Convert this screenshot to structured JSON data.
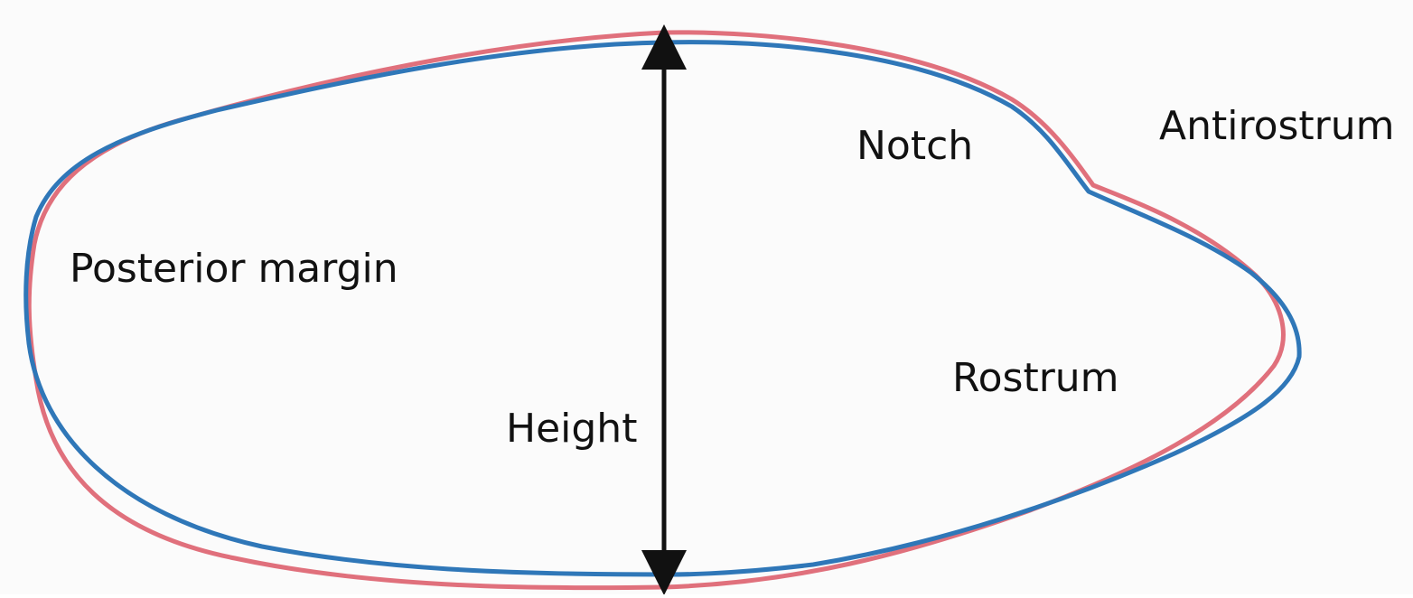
{
  "labels": {
    "posterior_margin": "Posterior margin",
    "height": "Height",
    "notch": "Notch",
    "antirostrum": "Antirostrum",
    "rostrum": "Rostrum"
  },
  "colors": {
    "outline_a": "#e0707c",
    "outline_b": "#2f77b8",
    "height_arrow": "#111111",
    "background": "#fbfbfb",
    "text": "#111111"
  }
}
